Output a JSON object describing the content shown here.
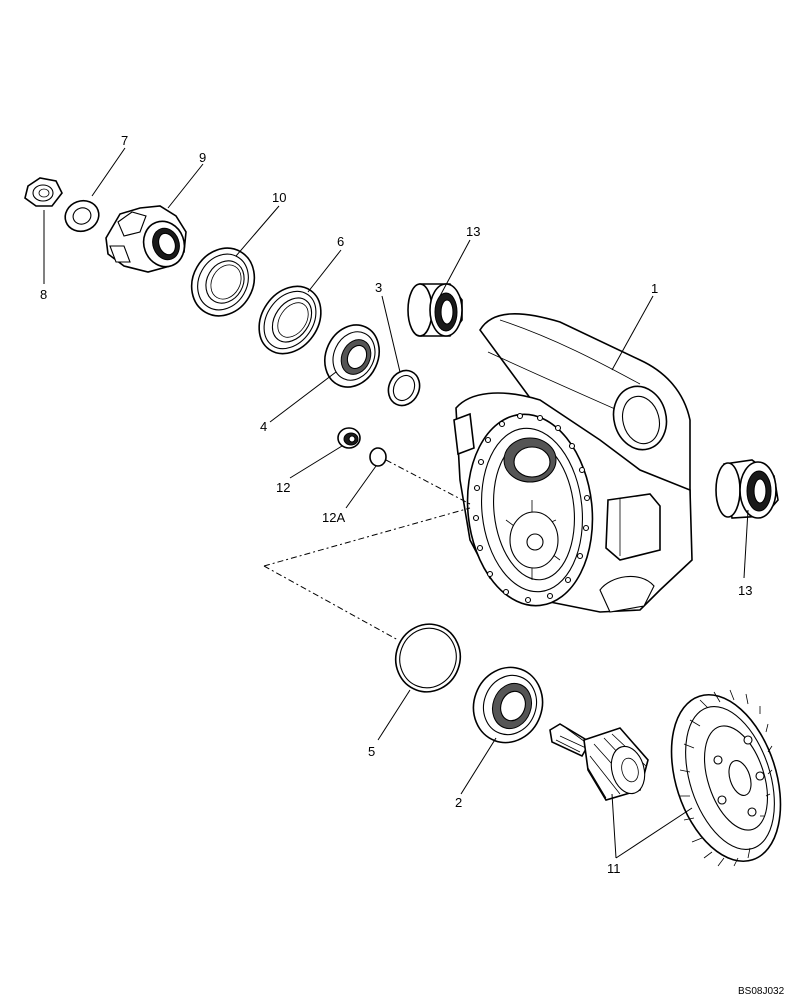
{
  "diagram": {
    "document_code": "BS08J032",
    "callouts": {
      "c1": "1",
      "c2": "2",
      "c3": "3",
      "c4": "4",
      "c5": "5",
      "c6": "6",
      "c7": "7",
      "c8": "8",
      "c9": "9",
      "c10": "10",
      "c11": "11",
      "c12": "12",
      "c12a": "12A",
      "c13a": "13",
      "c13b": "13"
    }
  }
}
